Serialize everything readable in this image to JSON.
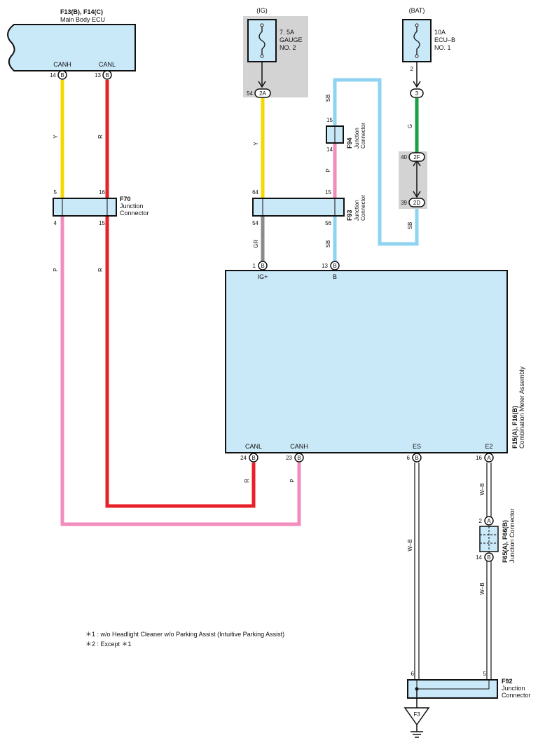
{
  "colors": {
    "yellow": "#f5d800",
    "red": "#e8202a",
    "pink": "#f28cbd",
    "sky_blue": "#8fd3f2",
    "green": "#1aa046",
    "gray": "#8a8a8a",
    "component_fill": "#c9e8f8",
    "fuse_box_fill": "#d3d3d3"
  },
  "ecu": {
    "title": "F13(B), F14(C)",
    "name": "Main Body ECU",
    "pin_canh_label": "CANH",
    "pin_canl_label": "CANL",
    "pin_canh_num": "14",
    "pin_canl_num": "13",
    "pin_letter": "B"
  },
  "fuse_ig": {
    "source": "(IG)",
    "amp": "7. 5A",
    "name": "GAUGE",
    "no": "NO. 2",
    "pin_num": "54",
    "pin_code": "2A"
  },
  "fuse_bat": {
    "source": "(BAT)",
    "amp": "10A",
    "name": "ECU–B",
    "no": "NO. 1",
    "pin_top": "2",
    "pin_code": "3"
  },
  "relay_block": {
    "top_num": "40",
    "top_code": "2F",
    "bottom_num": "39",
    "bottom_code": "2D"
  },
  "f94": {
    "id": "F94",
    "name_line1": "Junction",
    "name_line2": "Connector",
    "pin_top": "15",
    "pin_bottom": "14"
  },
  "f70": {
    "id": "F70",
    "name_line1": "Junction",
    "name_line2": "Connector",
    "pin_tl": "5",
    "pin_tr": "16",
    "pin_bl": "4",
    "pin_br": "15"
  },
  "f93": {
    "id": "F93",
    "name_line1": "Junction",
    "name_line2": "Connector",
    "pin_tl": "64",
    "pin_tr": "15",
    "pin_bl": "54",
    "pin_br": "56"
  },
  "meter": {
    "title": "F15(A), F16(B)",
    "name": "Combination Meter Assembly",
    "pin_igp_label": "IG+",
    "pin_igp_num": "1",
    "pin_b_label": "B",
    "pin_b_num": "13",
    "pin_canl_label": "CANL",
    "pin_canl_num": "24",
    "pin_canh_label": "CANH",
    "pin_canh_num": "23",
    "pin_es_label": "ES",
    "pin_es_num": "6",
    "pin_e2_label": "E2",
    "pin_e2_num": "16",
    "letter_b": "B",
    "letter_a": "A"
  },
  "f65": {
    "title": "F65(A), F66(B)",
    "name": "Junction Connector",
    "pin_top_num": "2",
    "pin_top_letter": "A",
    "pin_bottom_num": "14",
    "pin_bottom_letter": "B"
  },
  "f92": {
    "id": "F92",
    "name_line1": "Junction",
    "name_line2": "Connector",
    "pin_left": "6",
    "pin_right": "5"
  },
  "ground": {
    "label": "F3"
  },
  "wires": {
    "y": "Y",
    "r": "R",
    "p": "P",
    "sb": "SB",
    "g": "G",
    "gr": "GR",
    "wb": "W–B"
  },
  "notes": {
    "note1": "＊1 : w/o Headlight Cleaner w/o Parking Assist (Intuitive Parking Assist)",
    "note2": "＊2 : Except ＊1"
  }
}
